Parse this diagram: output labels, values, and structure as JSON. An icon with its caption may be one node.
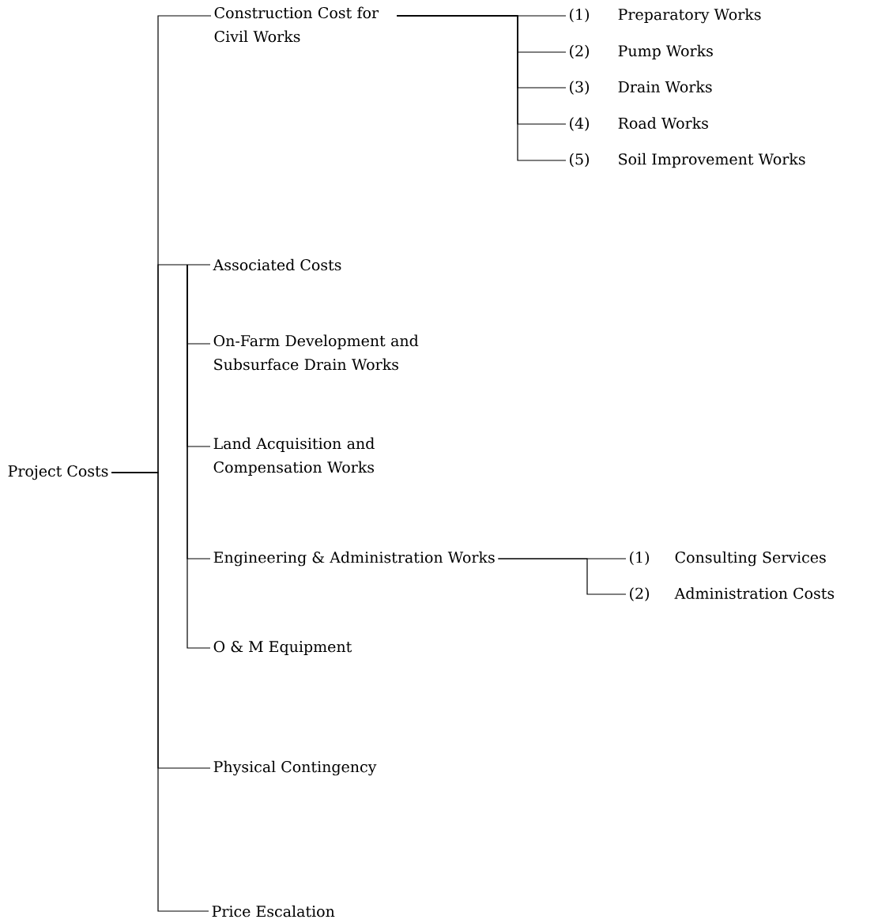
{
  "diagram": {
    "nodes": [
      {
        "text": [
          "Project Costs"
        ]
      },
      {
        "text": [
          "Construction Cost for Civil Works"
        ]
      },
      {
        "text": [
          "(1)",
          "Preparatory Works"
        ]
      },
      {
        "text": [
          "(2)",
          "Pump Works"
        ]
      },
      {
        "text": [
          "(3)",
          "Drain Works"
        ]
      },
      {
        "text": [
          "(4)",
          "Road Works"
        ]
      },
      {
        "text": [
          "(5)",
          "Soil Improvement Works"
        ]
      },
      {
        "text": [
          "Associated Costs"
        ]
      },
      {
        "text": [
          "On-Farm Development and Subsurface Drain Works"
        ]
      },
      {
        "text": [
          "Land Acquisition and Compensation Works"
        ]
      },
      {
        "text": [
          "Engineering & Administration Works"
        ]
      },
      {
        "text": [
          "(1)",
          "Consulting Services"
        ]
      },
      {
        "text": [
          "(2)",
          "Administration Costs"
        ]
      },
      {
        "text": [
          "O & M Equipment"
        ]
      },
      {
        "text": [
          "Physical Contingency"
        ]
      },
      {
        "text": [
          "Price Escalation"
        ]
      }
    ],
    "edges": [
      {
        "from": 0,
        "to": 1,
        "arrow": "none"
      },
      {
        "from": 1,
        "to": 2,
        "arrow": "none"
      },
      {
        "from": 1,
        "to": 3,
        "arrow": "none"
      },
      {
        "from": 1,
        "to": 4,
        "arrow": "none"
      },
      {
        "from": 1,
        "to": 5,
        "arrow": "none"
      },
      {
        "from": 1,
        "to": 6,
        "arrow": "none"
      },
      {
        "from": 0,
        "to": 7,
        "arrow": "none"
      },
      {
        "from": 7,
        "to": 8,
        "arrow": "none"
      },
      {
        "from": 7,
        "to": 9,
        "arrow": "none"
      },
      {
        "from": 7,
        "to": 10,
        "arrow": "none"
      },
      {
        "from": 10,
        "to": 11,
        "arrow": "none"
      },
      {
        "from": 10,
        "to": 12,
        "arrow": "none"
      },
      {
        "from": 7,
        "to": 13,
        "arrow": "none"
      },
      {
        "from": 0,
        "to": 14,
        "arrow": "none"
      },
      {
        "from": 0,
        "to": 15,
        "arrow": "none"
      }
    ]
  }
}
